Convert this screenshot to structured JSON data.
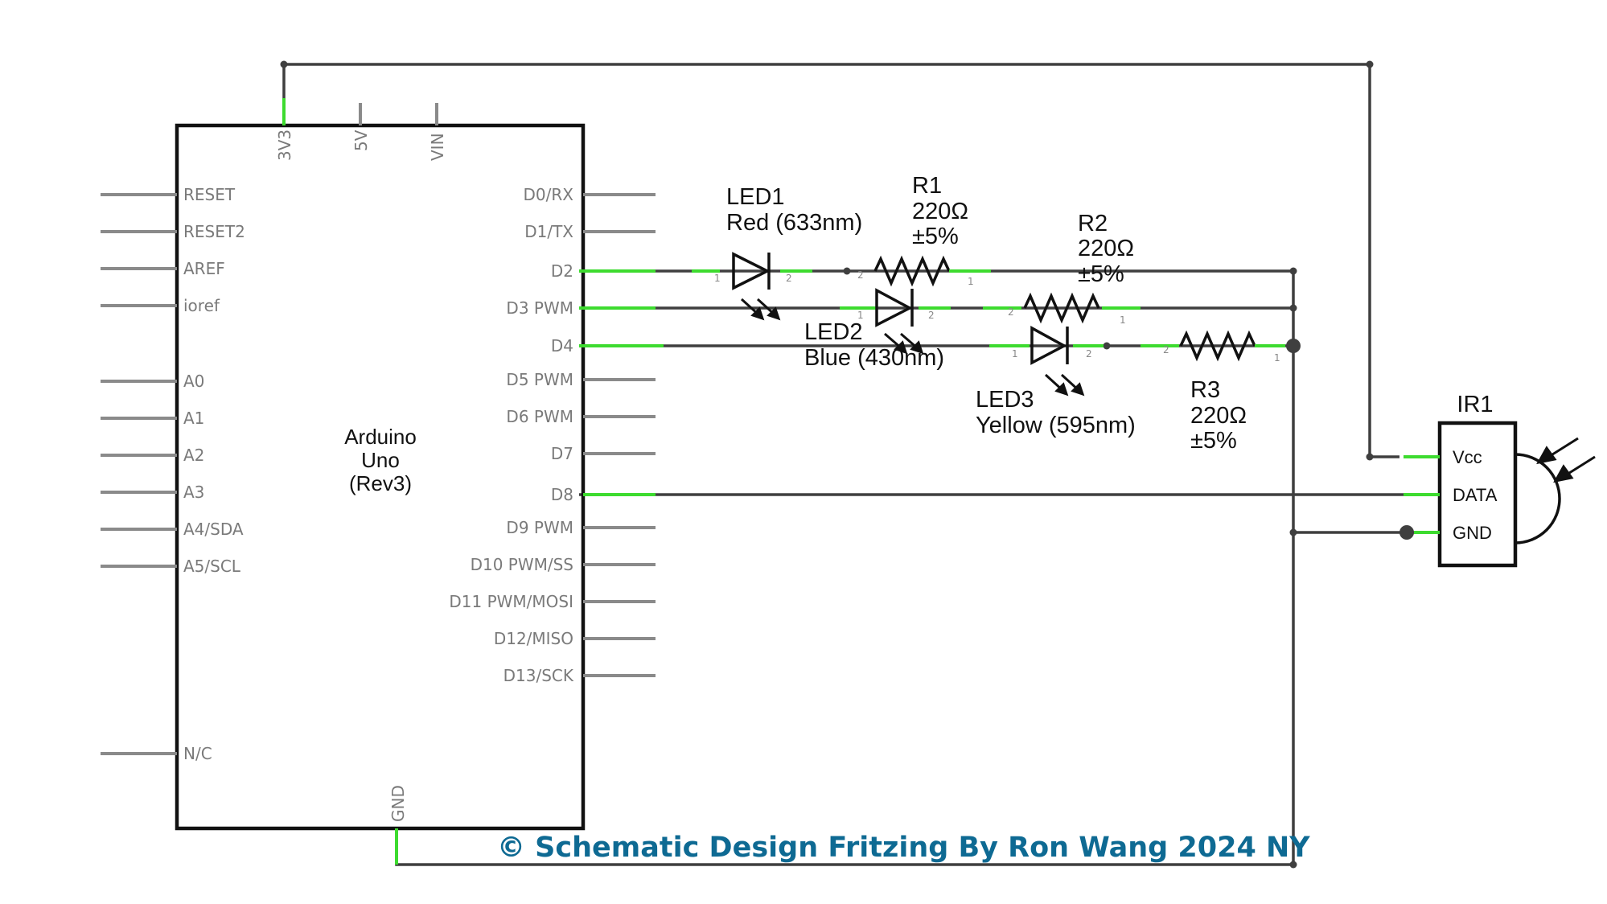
{
  "board": {
    "name_line1": "Arduino",
    "name_line2": "Uno",
    "name_line3": "(Rev3)",
    "top_pins": [
      "3V3",
      "5V",
      "VIN"
    ],
    "bottom_pin": "GND",
    "left_pins": [
      "RESET",
      "RESET2",
      "AREF",
      "ioref",
      "A0",
      "A1",
      "A2",
      "A3",
      "A4/SDA",
      "A5/SCL",
      "N/C"
    ],
    "right_pins": [
      "D0/RX",
      "D1/TX",
      "D2",
      "D3 PWM",
      "D4",
      "D5 PWM",
      "D6 PWM",
      "D7",
      "D8",
      "D9 PWM",
      "D10 PWM/SS",
      "D11 PWM/MOSI",
      "D12/MISO",
      "D13/SCK"
    ]
  },
  "led1": {
    "name": "LED1",
    "desc": "Red (633nm)"
  },
  "led2": {
    "name": "LED2",
    "desc": "Blue (430nm)"
  },
  "led3": {
    "name": "LED3",
    "desc": "Yellow (595nm)"
  },
  "r1": {
    "name": "R1",
    "value": "220Ω",
    "tol": "±5%"
  },
  "r2": {
    "name": "R2",
    "value": "220Ω",
    "tol": "±5%"
  },
  "r3": {
    "name": "R3",
    "value": "220Ω",
    "tol": "±5%"
  },
  "pin_numbers": {
    "one": "1",
    "two": "2"
  },
  "ir": {
    "name": "IR1",
    "pins": [
      "Vcc",
      "DATA",
      "GND"
    ]
  },
  "copyright": "© Schematic Design Fritzing By Ron Wang 2024 NY",
  "colors": {
    "wire": "#3f3f3f",
    "pin": "#8a8a8a",
    "connected": "#3ddb2f",
    "copyright": "#0e6a93"
  }
}
